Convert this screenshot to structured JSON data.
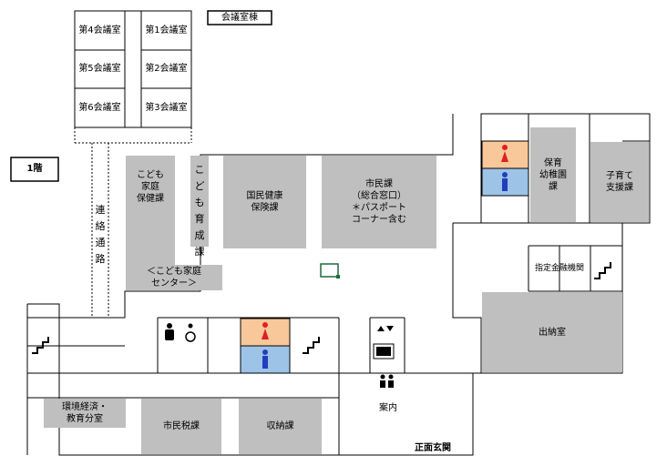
{
  "building_title": "会議室棟",
  "floor_label": "1階",
  "meeting_rooms": [
    "第4会議室",
    "第1会議室",
    "第5会議室",
    "第2会議室",
    "第6会議室",
    "第3会議室"
  ],
  "corridor": "連絡通路",
  "rooms": {
    "kodomo_hoken": "こども\n家庭\n保健課",
    "kodomo_ikusei": "こども育成課",
    "kodomo_center": "＜こども家庭\nセンター＞",
    "kokumin_kenko": "国民健康\n保険課",
    "shimin": "市民課\n（総合窓口）\n＊パスポート\nコーナー含む",
    "hoiku": "保育\n幼稚園\n課",
    "kosodate": "子育て\n支援課",
    "shitei": "指定金融機関",
    "shutsunou": "出納室",
    "kankyo": "環境経済・\n教育分室",
    "shiminzei": "市民税課",
    "shuno": "収納課",
    "annai": "案内",
    "entrance": "正面玄関"
  },
  "icons": [
    "stairs-icon",
    "elevator-icon",
    "restroom-female-icon",
    "restroom-male-icon",
    "accessible-restroom-icon",
    "info-person-icon"
  ],
  "colors": {
    "room_gray": "#bfbfbf",
    "female": "#f8c79a",
    "male": "#9dc3e6",
    "female_figure": "#e02020",
    "male_figure": "#1f3fbf",
    "marker": "#1e6b3a"
  }
}
